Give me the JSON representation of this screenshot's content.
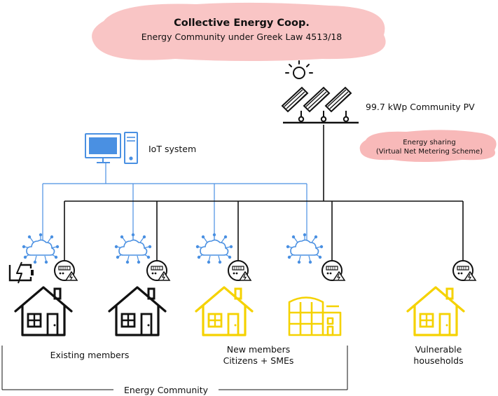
{
  "header": {
    "title": "Collective Energy Coop.",
    "subtitle": "Energy Community under Greek Law 4513/18"
  },
  "pv": {
    "label": "99.7 kWp Community PV"
  },
  "sharing": {
    "line1": "Energy sharing",
    "line2": "(Virtual Net Metering Scheme)"
  },
  "iot": {
    "label": "IoT system"
  },
  "groups": {
    "existing": "Existing members",
    "new_line1": "New members",
    "new_line2": "Citizens + SMEs",
    "vulnerable_line1": "Vulnerable",
    "vulnerable_line2": "households"
  },
  "community": {
    "label": "Energy Community"
  },
  "colors": {
    "header_blob": "#f9c5c5",
    "sharing_blob": "#f8b9b9",
    "iot_blue": "#4a90e2",
    "member_yellow": "#f5d200",
    "line_black": "#111111"
  },
  "icons": [
    "sun-icon",
    "solar-panel-icon",
    "computer-icon",
    "iot-cloud-icon",
    "smart-meter-icon",
    "battery-icon",
    "house-icon",
    "building-icon"
  ]
}
